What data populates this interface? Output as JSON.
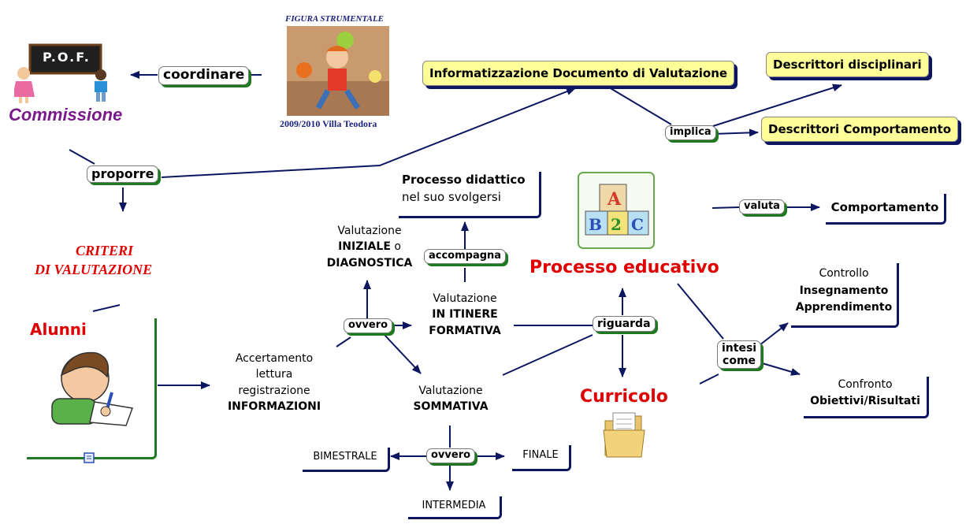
{
  "header": {
    "figura": "FIGURA STRUMENTALE",
    "anno": "2009/2010 Villa Teodora",
    "pof": "P.O.F."
  },
  "nodes": {
    "commissione": "Commissione",
    "criteri_1": "CRITERI",
    "criteri_2": "DI VALUTAZIONE",
    "alunni": "Alunni",
    "accertamento": [
      "Accertamento",
      "lettura",
      "registrazione",
      "INFORMAZIONI"
    ],
    "val_iniziale": [
      "Valutazione",
      "INIZIALE",
      "o",
      "DIAGNOSTICA"
    ],
    "val_itinere": [
      "Valutazione",
      "IN ITINERE",
      "FORMATIVA"
    ],
    "val_sommativa": [
      "Valutazione",
      "SOMMATIVA"
    ],
    "processo_didattico": [
      "Processo didattico",
      "nel suo svolgersi"
    ],
    "processo_educativo": "Processo educativo",
    "curricolo": "Curricolo",
    "comportamento": "Comportamento",
    "controllo": [
      "Controllo",
      "Insegnamento",
      "Apprendimento"
    ],
    "confronto": [
      "Confronto",
      "Obiettivi/Risultati"
    ],
    "bimestrale": "BIMESTRALE",
    "finale": "FINALE",
    "intermedia": "INTERMEDIA",
    "informatizzazione": "Informatizzazione Documento di Valutazione",
    "descrittori_disc": "Descrittori disciplinari",
    "descrittori_comp": "Descrittori Comportamento"
  },
  "links": {
    "coordinare": "coordinare",
    "proporre": "proporre",
    "implica": "implica",
    "accompagna": "accompagna",
    "ovvero_1": "ovvero",
    "ovvero_2": "ovvero",
    "riguarda": "riguarda",
    "valuta": "valuta",
    "intesi_1": "intesi",
    "intesi_2": "come"
  },
  "colors": {
    "arrow": "#0c1660",
    "shadow": "#1e7a1e",
    "highlight": "#ffff99",
    "red": "#e00000",
    "purple": "#7a1a8a"
  },
  "icons": [
    "pof-blackboard-icon",
    "figura-strumentale-image",
    "abc-blocks-icon",
    "child-writing-image",
    "folder-document-icon",
    "note-icon"
  ]
}
